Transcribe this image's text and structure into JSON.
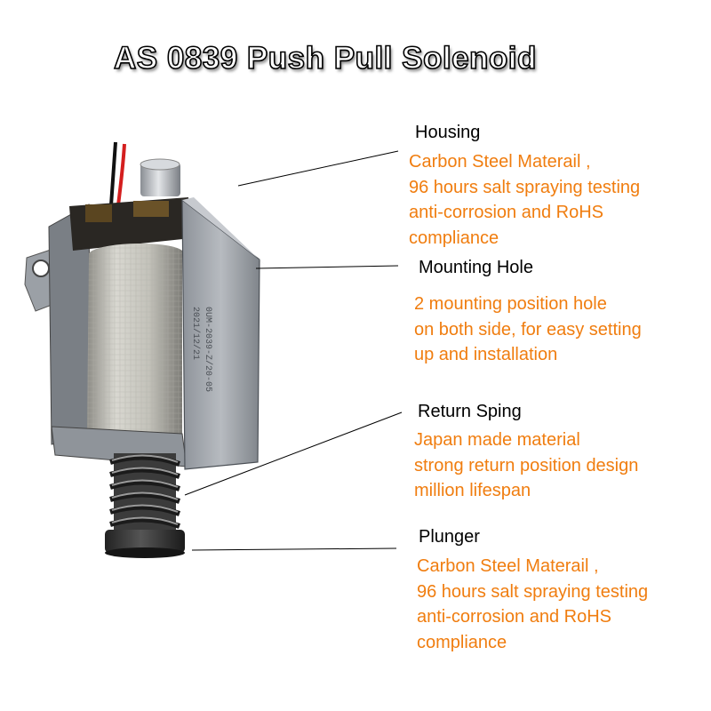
{
  "title": "AS 0839 Push Pull Solenoid",
  "colors": {
    "accent": "#f07d0f",
    "label": "#000000",
    "background": "#ffffff"
  },
  "callouts": [
    {
      "label": "Housing",
      "lines": [
        "Carbon Steel Materail ,",
        "96 hours salt spraying testing",
        "anti-corrosion and RoHS",
        "compliance"
      ]
    },
    {
      "label": "Mounting Hole",
      "lines": [
        "2 mounting position hole",
        "on both side, for easy setting",
        "up and installation"
      ]
    },
    {
      "label": "Return Sping",
      "lines": [
        "Japan made material",
        "strong return position design",
        "million lifespan"
      ]
    },
    {
      "label": "Plunger",
      "lines": [
        "Carbon Steel Materail ,",
        "96 hours salt spraying testing",
        "anti-corrosion and RoHS",
        "compliance"
      ]
    }
  ],
  "product": {
    "name": "solenoid-photo",
    "engraving": [
      "0UM-2039-Z/20-05",
      "2021/12/21"
    ]
  }
}
